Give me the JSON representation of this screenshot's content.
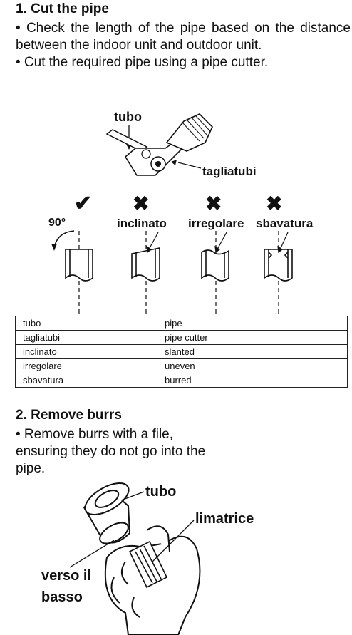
{
  "section1": {
    "title": "1. Cut the pipe",
    "bullet1": "• Check the length of the pipe based on the distance between the indoor unit and outdoor unit.",
    "bullet2": "• Cut the required pipe using a pipe cutter."
  },
  "cutter_figure": {
    "tubo_label": "tubo",
    "cutter_label": "tagliatubi"
  },
  "cuts": {
    "angle_label": "90°",
    "correct_mark": "✔",
    "wrong_mark": "✖",
    "labels": [
      "inclinato",
      "irregolare",
      "sbavatura"
    ]
  },
  "glossary": [
    [
      "tubo",
      "pipe"
    ],
    [
      "tagliatubi",
      "pipe cutter"
    ],
    [
      "inclinato",
      "slanted"
    ],
    [
      "irregolare",
      "uneven"
    ],
    [
      "sbavatura",
      "burred"
    ]
  ],
  "section2": {
    "title": "2. Remove burrs",
    "body": "• Remove burrs with a file, ensuring they do not go into the pipe."
  },
  "file_figure": {
    "tubo_label": "tubo",
    "file_label": "limatrice",
    "down_label_1": "verso il",
    "down_label_2": "basso"
  },
  "icons": {
    "correct": "checkmark-icon",
    "wrong": "cross-icon"
  }
}
